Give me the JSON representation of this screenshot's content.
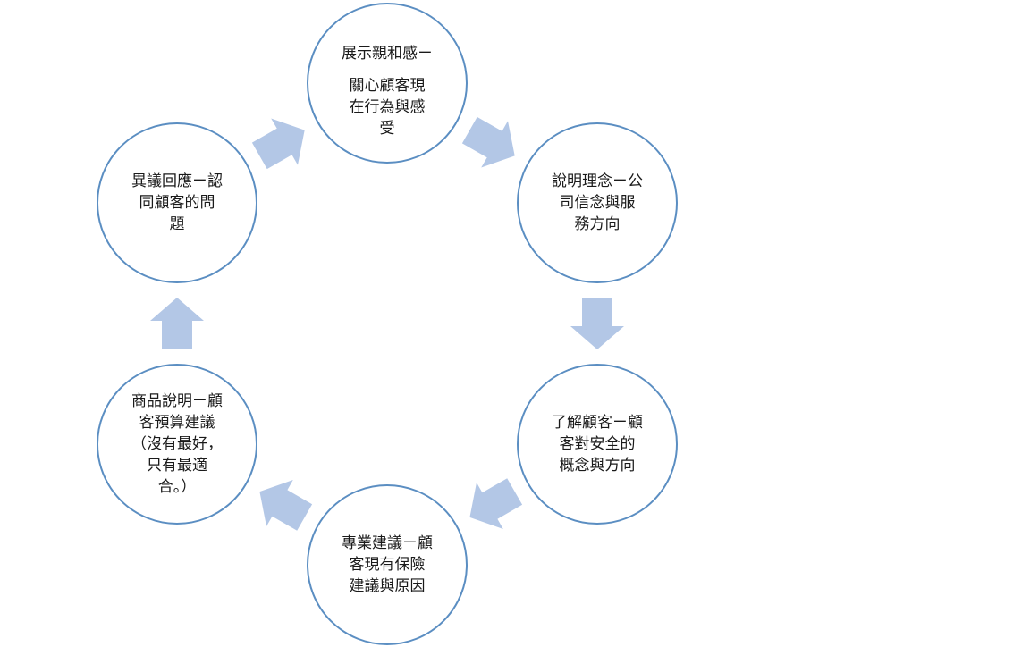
{
  "diagram": {
    "type": "cycle",
    "colors": {
      "node_border": "#5b8ec2",
      "node_fill": "#ffffff",
      "arrow_fill": "#b3c7e6",
      "text": "#1a1a1a"
    },
    "nodes": [
      {
        "id": "n1",
        "lines": [
          "展示親和感ㄧ",
          "關心顧客現",
          "在行為與感",
          "受"
        ]
      },
      {
        "id": "n2",
        "lines": [
          "說明理念ㄧ公",
          "司信念與服",
          "務方向"
        ]
      },
      {
        "id": "n3",
        "lines": [
          "了解顧客ㄧ顧",
          "客對安全的",
          "概念與方向"
        ]
      },
      {
        "id": "n4",
        "lines": [
          "專業建議ㄧ顧",
          "客現有保險",
          "建議與原因"
        ]
      },
      {
        "id": "n5",
        "lines": [
          "商品說明ㄧ顧",
          "客預算建議",
          "（沒有最好，",
          "只有最適",
          "合。）"
        ]
      },
      {
        "id": "n6",
        "lines": [
          "異議回應ㄧ認",
          "同顧客的問",
          "題"
        ]
      }
    ],
    "edges": [
      {
        "from": "n1",
        "to": "n2"
      },
      {
        "from": "n2",
        "to": "n3"
      },
      {
        "from": "n3",
        "to": "n4"
      },
      {
        "from": "n4",
        "to": "n5"
      },
      {
        "from": "n5",
        "to": "n6"
      },
      {
        "from": "n6",
        "to": "n1"
      }
    ]
  }
}
